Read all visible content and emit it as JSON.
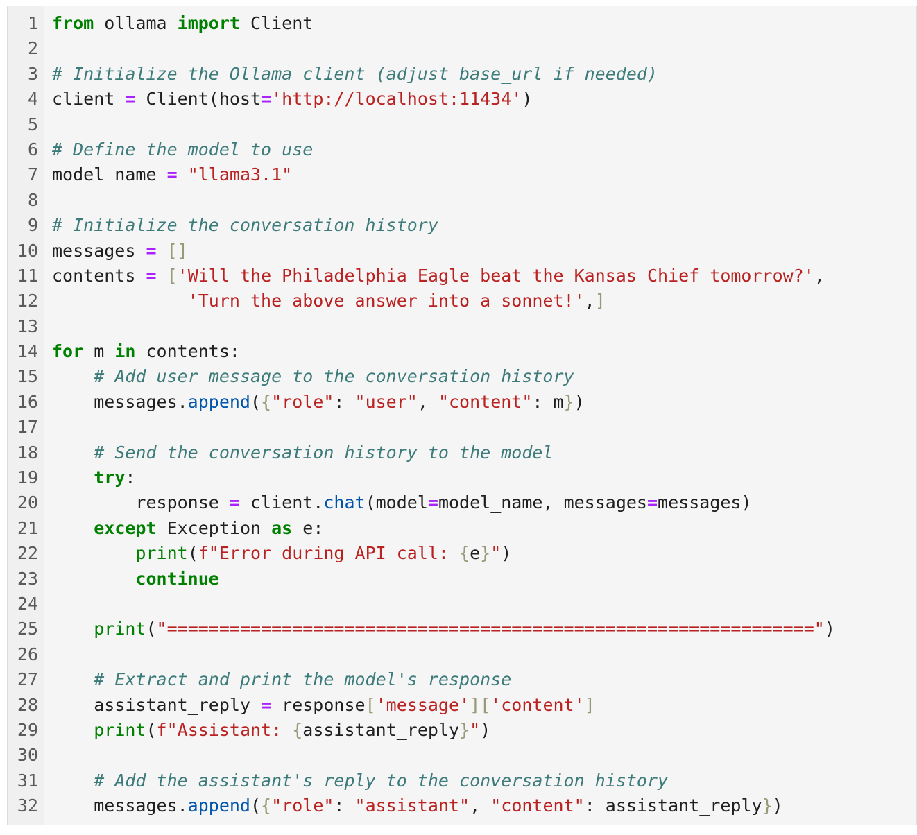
{
  "editor": {
    "lines": [
      {
        "n": "1",
        "t": [
          [
            "kw",
            "from"
          ],
          [
            "tx",
            " ollama "
          ],
          [
            "kw",
            "import"
          ],
          [
            "tx",
            " Client"
          ]
        ]
      },
      {
        "n": "2",
        "t": []
      },
      {
        "n": "3",
        "t": [
          [
            "cm",
            "# Initialize the Ollama client (adjust base_url if needed)"
          ]
        ]
      },
      {
        "n": "4",
        "t": [
          [
            "tx",
            "client "
          ],
          [
            "op",
            "="
          ],
          [
            "tx",
            " Client(host"
          ],
          [
            "op",
            "="
          ],
          [
            "st",
            "'http://localhost:11434'"
          ],
          [
            "tx",
            ")"
          ]
        ]
      },
      {
        "n": "5",
        "t": []
      },
      {
        "n": "6",
        "t": [
          [
            "cm",
            "# Define the model to use"
          ]
        ]
      },
      {
        "n": "7",
        "t": [
          [
            "tx",
            "model_name "
          ],
          [
            "op",
            "="
          ],
          [
            "tx",
            " "
          ],
          [
            "st",
            "\"llama3.1\""
          ]
        ]
      },
      {
        "n": "8",
        "t": []
      },
      {
        "n": "9",
        "t": [
          [
            "cm",
            "# Initialize the conversation history"
          ]
        ]
      },
      {
        "n": "10",
        "t": [
          [
            "tx",
            "messages "
          ],
          [
            "op",
            "="
          ],
          [
            "tx",
            " "
          ],
          [
            "br",
            "[]"
          ]
        ]
      },
      {
        "n": "11",
        "t": [
          [
            "tx",
            "contents "
          ],
          [
            "op",
            "="
          ],
          [
            "tx",
            " "
          ],
          [
            "br",
            "["
          ],
          [
            "st",
            "'Will the Philadelphia Eagle beat the Kansas Chief tomorrow?'"
          ],
          [
            "tx",
            ","
          ]
        ]
      },
      {
        "n": "12",
        "t": [
          [
            "tx",
            "             "
          ],
          [
            "st",
            "'Turn the above answer into a sonnet!'"
          ],
          [
            "tx",
            ","
          ],
          [
            "br",
            "]"
          ]
        ]
      },
      {
        "n": "13",
        "t": []
      },
      {
        "n": "14",
        "t": [
          [
            "kw",
            "for"
          ],
          [
            "tx",
            " m "
          ],
          [
            "kw",
            "in"
          ],
          [
            "tx",
            " contents:"
          ]
        ]
      },
      {
        "n": "15",
        "t": [
          [
            "tx",
            "    "
          ],
          [
            "cm",
            "# Add user message to the conversation history"
          ]
        ]
      },
      {
        "n": "16",
        "t": [
          [
            "tx",
            "    messages."
          ],
          [
            "fn",
            "append"
          ],
          [
            "tx",
            "("
          ],
          [
            "br",
            "{"
          ],
          [
            "st",
            "\"role\""
          ],
          [
            "tx",
            ": "
          ],
          [
            "st",
            "\"user\""
          ],
          [
            "tx",
            ", "
          ],
          [
            "st",
            "\"content\""
          ],
          [
            "tx",
            ": m"
          ],
          [
            "br",
            "}"
          ],
          [
            "tx",
            ")"
          ]
        ]
      },
      {
        "n": "17",
        "t": []
      },
      {
        "n": "18",
        "t": [
          [
            "tx",
            "    "
          ],
          [
            "cm",
            "# Send the conversation history to the model"
          ]
        ]
      },
      {
        "n": "19",
        "t": [
          [
            "tx",
            "    "
          ],
          [
            "kw",
            "try"
          ],
          [
            "tx",
            ":"
          ]
        ]
      },
      {
        "n": "20",
        "t": [
          [
            "tx",
            "        response "
          ],
          [
            "op",
            "="
          ],
          [
            "tx",
            " client."
          ],
          [
            "fn",
            "chat"
          ],
          [
            "tx",
            "(model"
          ],
          [
            "op",
            "="
          ],
          [
            "tx",
            "model_name, messages"
          ],
          [
            "op",
            "="
          ],
          [
            "tx",
            "messages)"
          ]
        ]
      },
      {
        "n": "21",
        "t": [
          [
            "tx",
            "    "
          ],
          [
            "kw",
            "except"
          ],
          [
            "tx",
            " Exception "
          ],
          [
            "kw",
            "as"
          ],
          [
            "tx",
            " e:"
          ]
        ]
      },
      {
        "n": "22",
        "t": [
          [
            "tx",
            "        "
          ],
          [
            "bi",
            "print"
          ],
          [
            "tx",
            "("
          ],
          [
            "st",
            "f\"Error during API call: "
          ],
          [
            "br",
            "{"
          ],
          [
            "tx",
            "e"
          ],
          [
            "br",
            "}"
          ],
          [
            "st",
            "\""
          ],
          [
            "tx",
            ")"
          ]
        ]
      },
      {
        "n": "23",
        "t": [
          [
            "tx",
            "        "
          ],
          [
            "kw",
            "continue"
          ]
        ]
      },
      {
        "n": "24",
        "t": []
      },
      {
        "n": "25",
        "t": [
          [
            "tx",
            "    "
          ],
          [
            "bi",
            "print"
          ],
          [
            "tx",
            "("
          ],
          [
            "st",
            "\"==============================================================\""
          ],
          [
            "tx",
            ")"
          ]
        ]
      },
      {
        "n": "26",
        "t": []
      },
      {
        "n": "27",
        "t": [
          [
            "tx",
            "    "
          ],
          [
            "cm",
            "# Extract and print the model's response"
          ]
        ]
      },
      {
        "n": "28",
        "t": [
          [
            "tx",
            "    assistant_reply "
          ],
          [
            "op",
            "="
          ],
          [
            "tx",
            " response"
          ],
          [
            "br",
            "["
          ],
          [
            "st",
            "'message'"
          ],
          [
            "br",
            "]["
          ],
          [
            "st",
            "'content'"
          ],
          [
            "br",
            "]"
          ]
        ]
      },
      {
        "n": "29",
        "t": [
          [
            "tx",
            "    "
          ],
          [
            "bi",
            "print"
          ],
          [
            "tx",
            "("
          ],
          [
            "st",
            "f\"Assistant: "
          ],
          [
            "br",
            "{"
          ],
          [
            "tx",
            "assistant_reply"
          ],
          [
            "br",
            "}"
          ],
          [
            "st",
            "\""
          ],
          [
            "tx",
            ")"
          ]
        ]
      },
      {
        "n": "30",
        "t": []
      },
      {
        "n": "31",
        "t": [
          [
            "tx",
            "    "
          ],
          [
            "cm",
            "# Add the assistant's reply to the conversation history"
          ]
        ]
      },
      {
        "n": "32",
        "t": [
          [
            "tx",
            "    messages."
          ],
          [
            "fn",
            "append"
          ],
          [
            "tx",
            "("
          ],
          [
            "br",
            "{"
          ],
          [
            "st",
            "\"role\""
          ],
          [
            "tx",
            ": "
          ],
          [
            "st",
            "\"assistant\""
          ],
          [
            "tx",
            ", "
          ],
          [
            "st",
            "\"content\""
          ],
          [
            "tx",
            ": assistant_reply"
          ],
          [
            "br",
            "}"
          ],
          [
            "tx",
            ")"
          ]
        ]
      }
    ]
  },
  "colors": {
    "keyword": "#008000",
    "comment": "#3d7b7b",
    "string": "#ba2121",
    "operator": "#aa22ff",
    "bracket": "#999977",
    "method": "#0055aa",
    "background": "#f5f5f5"
  }
}
